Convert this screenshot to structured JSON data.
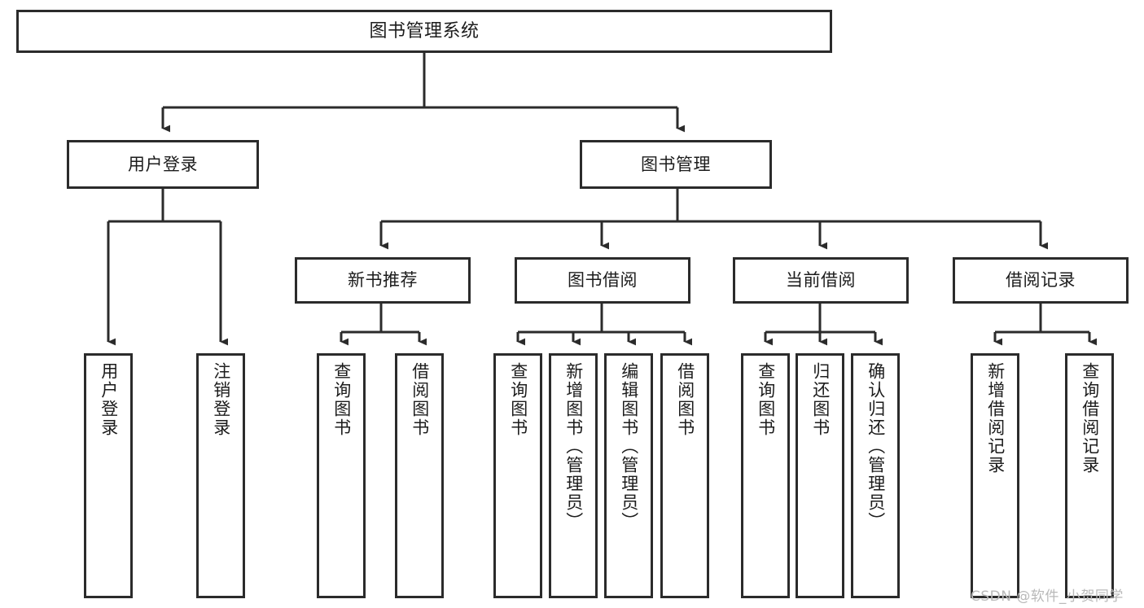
{
  "diagram": {
    "title": "图书管理系统",
    "type": "hierarchy-tree",
    "orientation": "top-down",
    "colors": {
      "box_border": "#2b2b2b",
      "box_fill": "#ffffff",
      "line": "#2b2b2b",
      "text": "#1c1c1c",
      "watermark": "#b9b9b9",
      "background": "#ffffff"
    }
  },
  "nodes": {
    "root": {
      "label": "图书管理系统"
    },
    "level1": [
      {
        "id": "user-login",
        "label": "用户登录"
      },
      {
        "id": "book-management",
        "label": "图书管理"
      }
    ],
    "level2": [
      {
        "id": "new-book-recommend",
        "label": "新书推荐"
      },
      {
        "id": "book-borrow",
        "label": "图书借阅"
      },
      {
        "id": "current-borrow",
        "label": "当前借阅"
      },
      {
        "id": "borrow-record",
        "label": "借阅记录"
      }
    ],
    "leaves": {
      "user_login": [
        {
          "id": "leaf-user-login",
          "label": "用户登录"
        },
        {
          "id": "leaf-logout-login",
          "label": "注销登录"
        }
      ],
      "new_book_recommend": [
        {
          "id": "leaf-query-book-1",
          "label": "查询图书"
        },
        {
          "id": "leaf-borrow-book-1",
          "label": "借阅图书"
        }
      ],
      "book_borrow": [
        {
          "id": "leaf-query-book-2",
          "label": "查询图书"
        },
        {
          "id": "leaf-add-book",
          "label": "新增图书（管理员）"
        },
        {
          "id": "leaf-edit-book",
          "label": "编辑图书（管理员）"
        },
        {
          "id": "leaf-borrow-book-2",
          "label": "借阅图书"
        }
      ],
      "current_borrow": [
        {
          "id": "leaf-query-book-3",
          "label": "查询图书"
        },
        {
          "id": "leaf-return-book",
          "label": "归还图书"
        },
        {
          "id": "leaf-confirm-return",
          "label": "确认归还（管理员）"
        }
      ],
      "borrow_record": [
        {
          "id": "leaf-add-record",
          "label": "新增借阅记录"
        },
        {
          "id": "leaf-query-record",
          "label": "查询借阅记录"
        }
      ]
    }
  },
  "watermark": {
    "text": "CSDN @软件_小贺同学"
  }
}
